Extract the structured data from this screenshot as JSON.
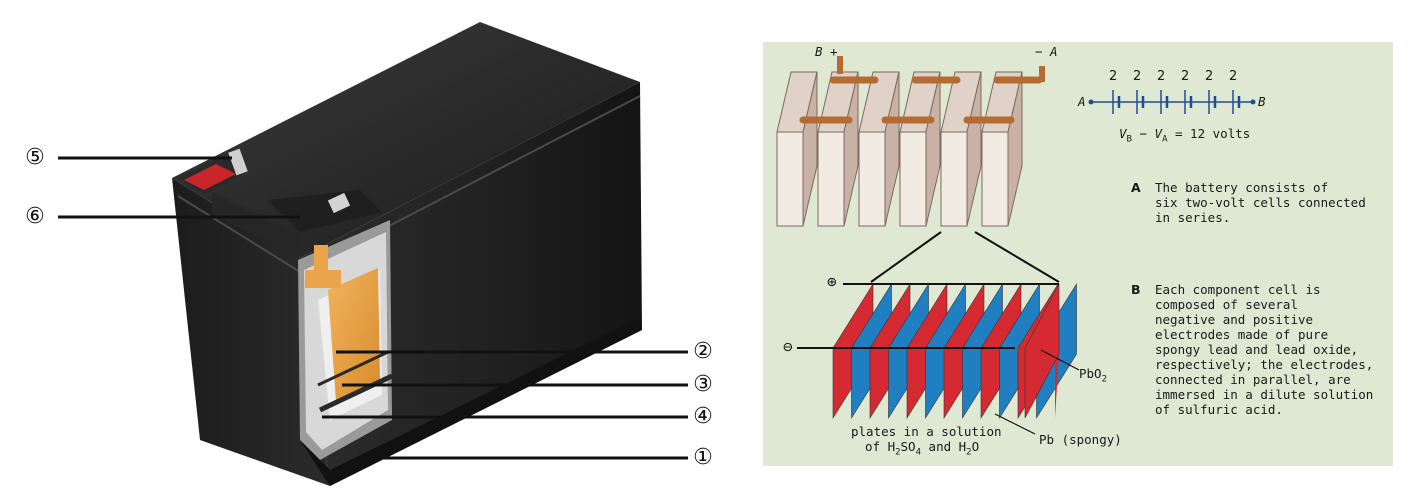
{
  "callouts": {
    "c1": "①",
    "c2": "②",
    "c3": "③",
    "c4": "④",
    "c5": "⑤",
    "c6": "⑥"
  },
  "diagram": {
    "terminal_b": "B +",
    "terminal_a": "− A",
    "cell_voltages": [
      "2",
      "2",
      "2",
      "2",
      "2",
      "2"
    ],
    "circuit_a": "A",
    "circuit_b": "B",
    "equation": "V_B − V_A = 12 volts",
    "plus_sign": "⊕",
    "minus_sign": "⊖",
    "pbo2": "PbO2",
    "pb": "Pb (spongy)",
    "plates_line1": "plates in a solution",
    "plates_line2": "of H2SO4 and H2O",
    "note_a_letter": "A",
    "note_a_text": "The battery consists of\nsix two-volt cells connected\nin series.",
    "note_b_letter": "B",
    "note_b_text": "Each component cell is\ncomposed of several\nnegative and positive\nelectrodes made of pure\nspongy lead and lead oxide,\nrespectively; the electrodes,\nconnected in parallel, are\nimmersed in a dilute solution\nof sulfuric acid."
  },
  "colors": {
    "background_panel": "#dfe8d3",
    "cell_body": "#f1ebe4",
    "connector": "#b56b32",
    "red_plate": "#d62a32",
    "blue_plate": "#1f7fc0",
    "circuit_blue": "#1e4e96"
  }
}
